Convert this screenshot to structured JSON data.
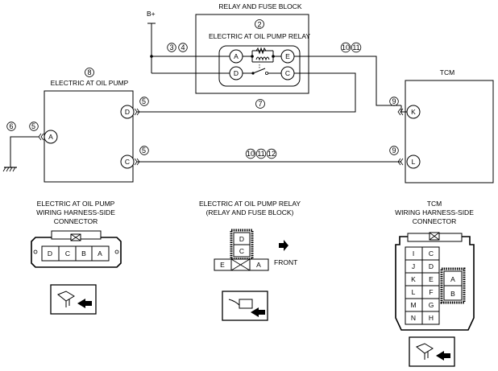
{
  "relay_block": {
    "title": "RELAY AND FUSE BLOCK",
    "relay_number": "2",
    "relay_title": "ELECTRIC AT OIL PUMP RELAY",
    "pins": {
      "A": "A",
      "B": "D",
      "E": "E",
      "C": "C"
    }
  },
  "supply": {
    "label": "B+"
  },
  "pump": {
    "number": "8",
    "title": "ELECTRIC AT OIL PUMP",
    "pins": {
      "D": "D",
      "A": "A",
      "C": "C"
    }
  },
  "tcm": {
    "title": "TCM",
    "pins": {
      "K": "K",
      "L": "L"
    }
  },
  "wire_refs": {
    "relay_a_left_1": "3",
    "relay_a_left_2": "4",
    "relay_e_right_1": "10",
    "relay_e_right_2": "11",
    "pump_d": "5",
    "pump_a": "5",
    "pump_c": "5",
    "ground": "6",
    "middle_wire": "7",
    "tcm_k": "9",
    "tcm_l": "9",
    "bottom_wire_1": "10",
    "bottom_wire_2": "11",
    "bottom_wire_3": "12"
  },
  "pump_connector": {
    "title_line1": "ELECTRIC AT OIL PUMP",
    "title_line2": "WIRING HARNESS-SIDE",
    "title_line3": "CONNECTOR",
    "pins": [
      "D",
      "C",
      "B",
      "A"
    ]
  },
  "relay_connector": {
    "title_line1": "ELECTRIC AT OIL PUMP RELAY",
    "title_line2": "(RELAY AND FUSE BLOCK)",
    "top_pins": [
      "D",
      "C"
    ],
    "bottom_pins": [
      "E",
      "A"
    ],
    "front_label": "FRONT"
  },
  "tcm_connector": {
    "title_line1": "TCM",
    "title_line2": "WIRING HARNESS-SIDE",
    "title_line3": "CONNECTOR",
    "left_column": [
      "I",
      "J",
      "K",
      "L",
      "M",
      "N"
    ],
    "right_column": [
      "C",
      "D",
      "E",
      "F",
      "G",
      "H"
    ],
    "inset_pins": [
      "A",
      "B"
    ]
  }
}
